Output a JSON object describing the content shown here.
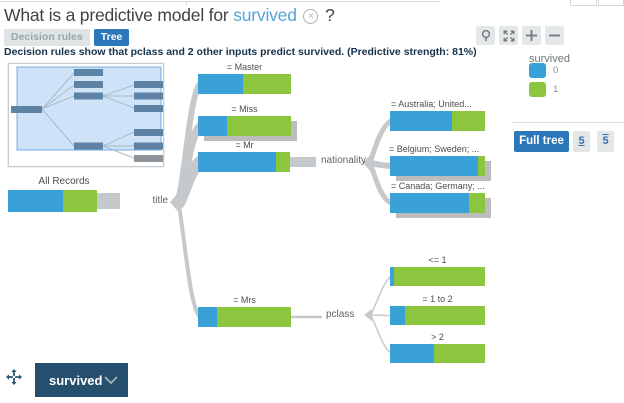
{
  "header": {
    "title_prefix": "What is a predictive model for",
    "target": "survived",
    "close_glyph": "×",
    "question_mark": "?"
  },
  "tabs": {
    "decision_rules": "Decision rules",
    "tree": "Tree"
  },
  "subtitle": "Decision rules show that pclass and 2 other inputs predict survived. (Predictive strength: 81%)",
  "toolbar": {
    "icons": [
      "lightbulb-icon",
      "expand-icon",
      "zoom-in-icon",
      "zoom-out-icon"
    ]
  },
  "legend": {
    "title": "survived",
    "items": {
      "zero": {
        "label": "0",
        "color": "#39a1d8"
      },
      "one": {
        "label": "1",
        "color": "#8cc63f"
      }
    }
  },
  "view_controls": {
    "full_tree": "Full tree",
    "depth_top": "5",
    "depth_bottom": "5"
  },
  "tree": {
    "splits": {
      "root": "title",
      "mr": "nationality",
      "mrs": "pclass"
    },
    "nodes": {
      "all_records": {
        "label": "All Records",
        "blue_pct": 62,
        "green_pct": 38
      },
      "master": {
        "label": "= Master",
        "blue_pct": 48,
        "green_pct": 52
      },
      "miss": {
        "label": "= Miss",
        "blue_pct": 31,
        "green_pct": 69
      },
      "mr": {
        "label": "= Mr",
        "blue_pct": 85,
        "green_pct": 15
      },
      "mrs": {
        "label": "= Mrs",
        "blue_pct": 20,
        "green_pct": 80
      },
      "australia": {
        "label": "= Australia; United...",
        "blue_pct": 65,
        "green_pct": 35
      },
      "belgium": {
        "label": "= Belgium; Sweden; ...",
        "blue_pct": 93,
        "green_pct": 7
      },
      "canada": {
        "label": "= Canada; Germany; ...",
        "blue_pct": 83,
        "green_pct": 17
      },
      "le1": {
        "label": "<= 1",
        "blue_pct": 4,
        "green_pct": 96
      },
      "c1to2": {
        "label": "= 1 to 2",
        "blue_pct": 16,
        "green_pct": 84
      },
      "gt2": {
        "label": "> 2",
        "blue_pct": 46,
        "green_pct": 54
      }
    }
  },
  "footer": {
    "target_selector": "survived"
  },
  "colors": {
    "class0_blue": "#39a1d8",
    "class1_green": "#8cc63f",
    "link_gray": "#c6c9cb",
    "active_tab_blue": "#2b77ba",
    "footer_navy": "#254f6d",
    "minimap_node": "#5d82a3",
    "minimap_viewport": "#cfe3f8"
  }
}
